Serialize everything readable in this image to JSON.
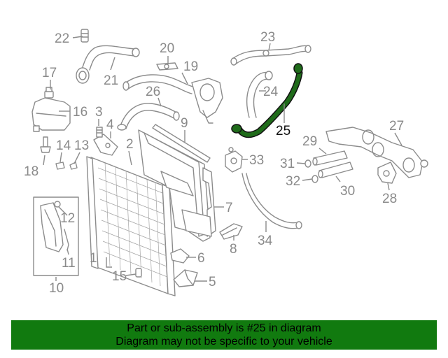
{
  "diagram": {
    "highlighted_part": "25",
    "highlight_color": "#1f6b1a",
    "labels": {
      "p1": "1",
      "p2": "2",
      "p3": "3",
      "p4": "4",
      "p5": "5",
      "p6": "6",
      "p7": "7",
      "p8": "8",
      "p9": "9",
      "p10": "10",
      "p11": "11",
      "p12": "12",
      "p13": "13",
      "p14": "14",
      "p15": "15",
      "p16": "16",
      "p17": "17",
      "p18": "18",
      "p19": "19",
      "p20": "20",
      "p21": "21",
      "p22": "22",
      "p23": "23",
      "p24": "24",
      "p25": "25",
      "p26": "26",
      "p27": "27",
      "p28": "28",
      "p29": "29",
      "p30": "30",
      "p31": "31",
      "p32": "32",
      "p33": "33",
      "p34": "34"
    }
  },
  "banner": {
    "line1": "Part or sub-assembly is #25 in diagram",
    "line2": "Diagram may not be specific to your vehicle",
    "background": "#117a0f"
  }
}
